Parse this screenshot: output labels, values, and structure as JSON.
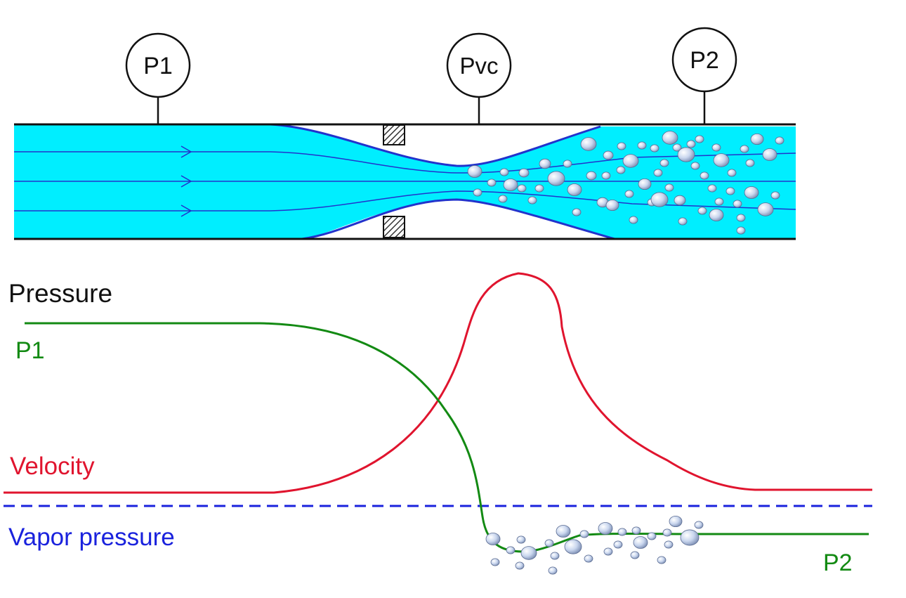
{
  "gauges": {
    "p1": "P1",
    "pvc": "Pvc",
    "p2": "P2"
  },
  "labels": {
    "pressure": "Pressure",
    "p1": "P1",
    "velocity": "Velocity",
    "vapor_pressure": "Vapor pressure",
    "p2": "P2"
  },
  "colors": {
    "liquid": "#00eeff",
    "streamline": "#2233cc",
    "pressure_curve": "#138a13",
    "velocity_curve": "#e0142e",
    "vapor_line": "#1a22dd",
    "pipe_wall": "#111111",
    "text": "#111111"
  },
  "icons": {
    "gauge": "pressure-gauge-icon",
    "bubble": "vapor-bubble-icon",
    "orifice": "orifice-plate-icon",
    "arrow": "flow-arrow-icon"
  }
}
